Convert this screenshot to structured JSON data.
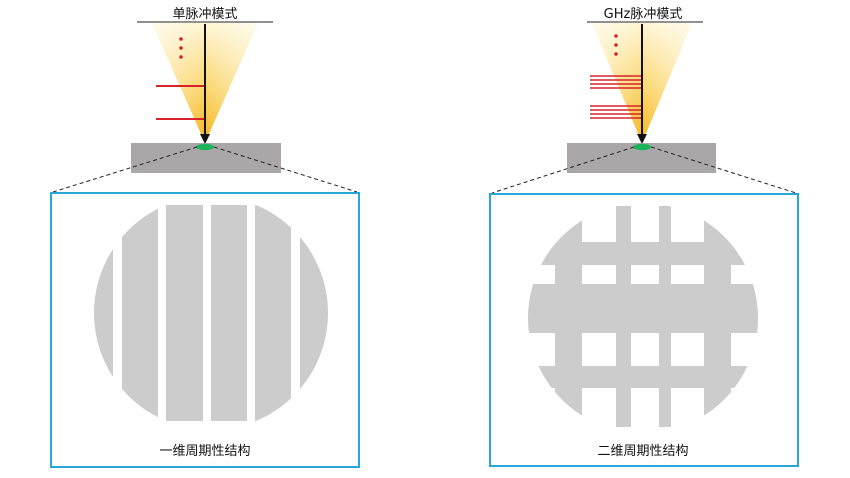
{
  "panels": [
    {
      "title": "单脉冲模式",
      "caption": "一维周期性结构",
      "pulse_lines": 2
    },
    {
      "title": "GHz脉冲模式",
      "caption": "二维周期性结构",
      "pulse_bursts": 2,
      "lines_per_burst": 4
    }
  ],
  "colors": {
    "frame": "#29a7d6",
    "sample": "#a9a7a8",
    "spot": "#1db35a",
    "pulse": "#d7242a",
    "beam_core": "#f5b51a",
    "beam_edge": "#fff6d6",
    "pattern": "#cccccc",
    "arrow": "#111111"
  },
  "icons": [
    "laser-beam-icon",
    "arrow-down-icon",
    "ellipsis-dots-icon",
    "grating-pattern-icon",
    "grid-pattern-icon"
  ]
}
